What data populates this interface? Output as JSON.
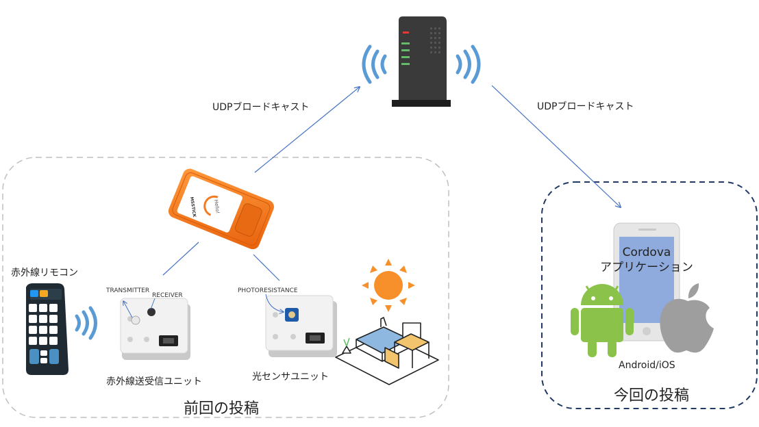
{
  "edges": {
    "left_label": "UDPブロードキャスト",
    "right_label": "UDPブロードキャスト"
  },
  "groups": {
    "previous": {
      "label": "前回の投稿"
    },
    "current": {
      "label": "今回の投稿"
    }
  },
  "devices": {
    "m5stick": {
      "brand": "M5STICK",
      "screen_text": "Hello!"
    },
    "ir_remote": {
      "label": "赤外線リモコン"
    },
    "ir_unit": {
      "label": "赤外線送受信ユニット",
      "transmitter": "TRANSMITTER",
      "receiver": "RECEIVER"
    },
    "light_unit": {
      "label": "光センサユニット",
      "photoresistance": "PHOTORESISTANCE"
    },
    "phone": {
      "app_line1": "Cordova",
      "app_line2": "アプリケーション",
      "os_label": "Android/iOS"
    }
  },
  "colors": {
    "edge_blue": "#4472c4",
    "wifi_blue": "#5b9bd5",
    "m5_orange": "#f47b20",
    "sun_orange": "#f7902a",
    "android_green": "#8bc34a",
    "apple_gray": "#9e9e9e",
    "current_border": "#1f3864",
    "previous_border": "#bfbfbf"
  }
}
